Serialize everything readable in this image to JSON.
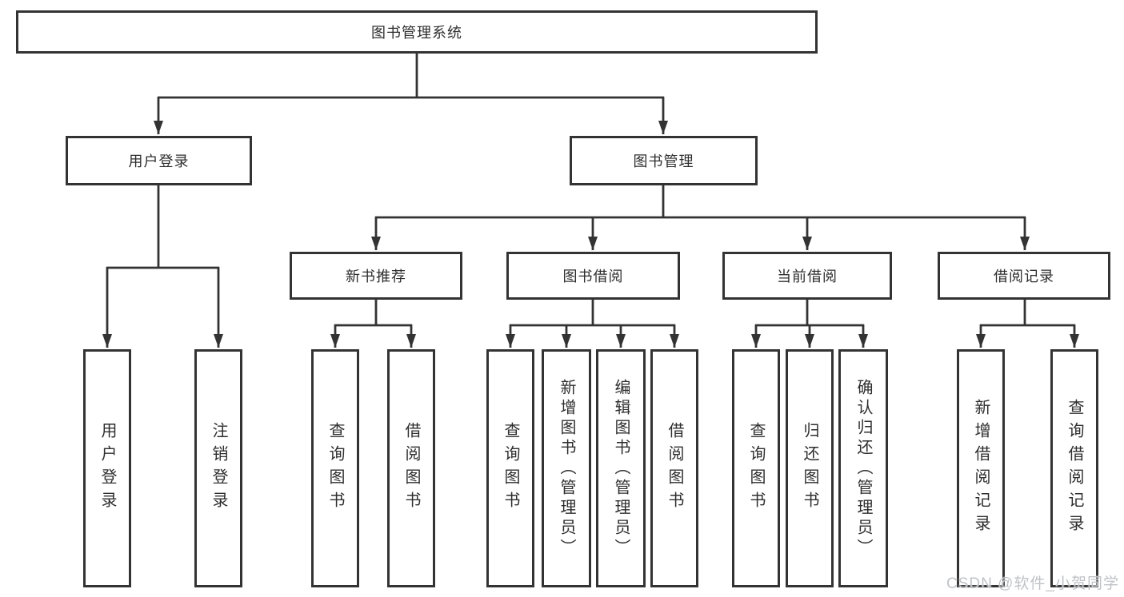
{
  "diagram": {
    "root": "图书管理系统",
    "level2": {
      "user_login": "用户登录",
      "book_management": "图书管理"
    },
    "level3": {
      "new_book_recommend": "新书推荐",
      "book_borrowing": "图书借阅",
      "current_borrowing": "当前借阅",
      "borrowing_records": "借阅记录"
    },
    "leaves": {
      "user_login": [
        "用户登录",
        "注销登录"
      ],
      "new_book_recommend": [
        "查询图书",
        "借阅图书"
      ],
      "book_borrowing": [
        "查询图书",
        "新增图书（管理员）",
        "编辑图书（管理员）",
        "借阅图书"
      ],
      "current_borrowing": [
        "查询图书",
        "归还图书",
        "确认归还（管理员）"
      ],
      "borrowing_records": [
        "新增借阅记录",
        "查询借阅记录"
      ]
    }
  },
  "watermark": "CSDN @软件_小贺同学",
  "colors": {
    "line": "#333333",
    "border": "#333333",
    "text": "#2e2e2e",
    "watermark": "#bfc3c7",
    "background": "#ffffff"
  }
}
